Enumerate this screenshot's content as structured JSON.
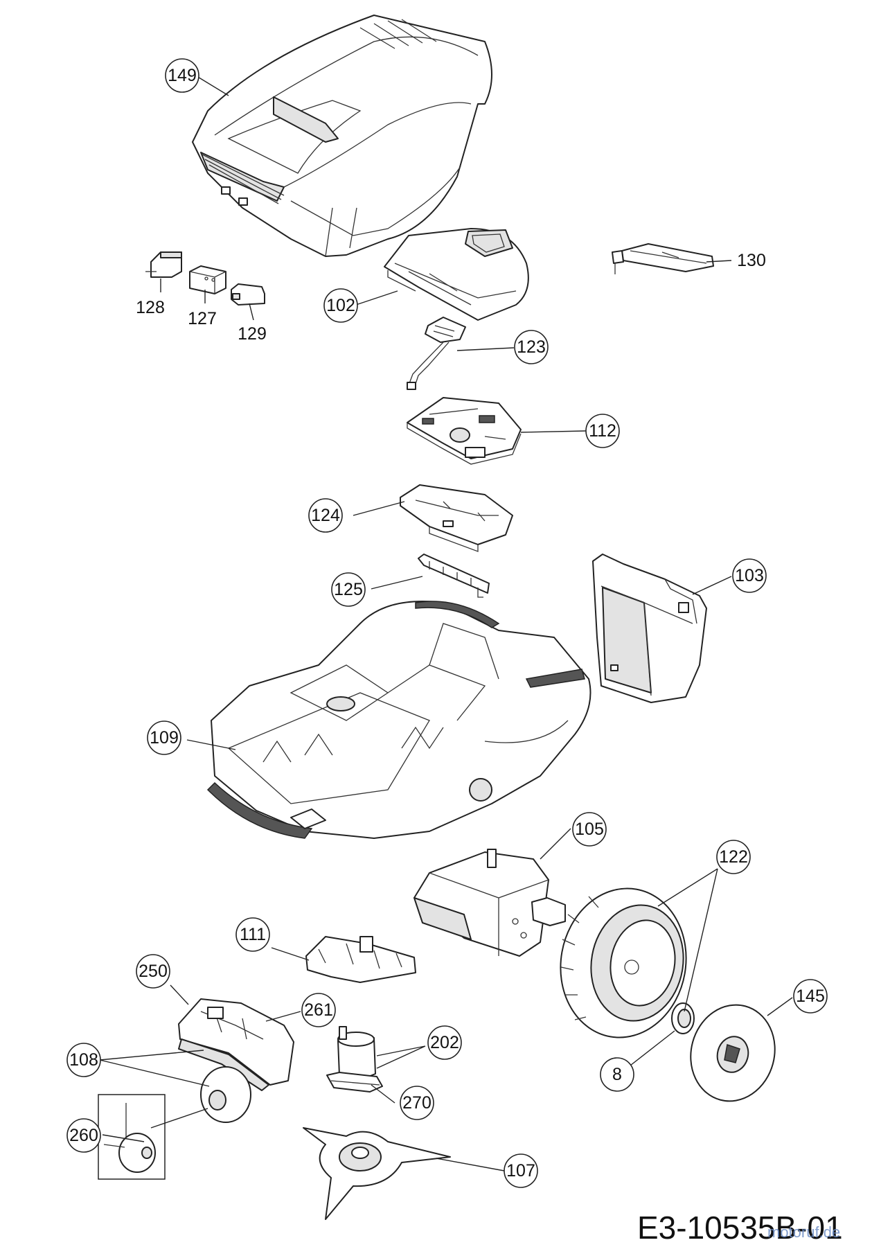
{
  "diagram": {
    "drawing_code": "E3-10535B-01",
    "watermark": "motoruf.de",
    "callouts": [
      {
        "id": "149",
        "label": "149"
      },
      {
        "id": "130",
        "label": "130"
      },
      {
        "id": "102",
        "label": "102"
      },
      {
        "id": "123",
        "label": "123"
      },
      {
        "id": "112",
        "label": "112"
      },
      {
        "id": "124",
        "label": "124"
      },
      {
        "id": "125",
        "label": "125"
      },
      {
        "id": "103",
        "label": "103"
      },
      {
        "id": "109",
        "label": "109"
      },
      {
        "id": "105",
        "label": "105"
      },
      {
        "id": "122",
        "label": "122"
      },
      {
        "id": "111",
        "label": "111"
      },
      {
        "id": "250",
        "label": "250"
      },
      {
        "id": "261",
        "label": "261"
      },
      {
        "id": "202",
        "label": "202"
      },
      {
        "id": "108",
        "label": "108"
      },
      {
        "id": "145",
        "label": "145"
      },
      {
        "id": "8",
        "label": "8"
      },
      {
        "id": "270",
        "label": "270"
      },
      {
        "id": "260",
        "label": "260"
      },
      {
        "id": "107",
        "label": "107"
      }
    ],
    "plain_labels": [
      {
        "id": "128",
        "label": "128"
      },
      {
        "id": "127",
        "label": "127"
      },
      {
        "id": "129",
        "label": "129"
      }
    ]
  }
}
